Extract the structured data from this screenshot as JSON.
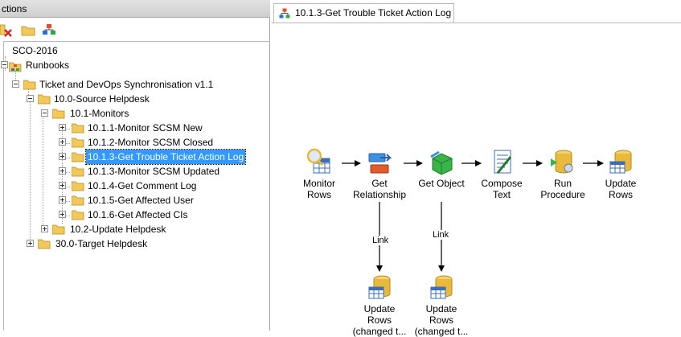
{
  "left_pane": {
    "header_title": "ctions",
    "toolbar": {
      "delete_icon": "delete-icon",
      "new_folder_icon": "folder-icon",
      "runbook_icon": "runbook-icon"
    },
    "tree": {
      "server": "SCO-2016",
      "runbooks": "Runbooks",
      "ticket_sync": "Ticket and DevOps Synchronisation v1.1",
      "source_helpdesk": "10.0-Source Helpdesk",
      "monitors": "10.1-Monitors",
      "items": [
        "10.1.1-Monitor SCSM New",
        "10.1.2-Monitor SCSM Closed",
        "10.1.3-Get Trouble Ticket Action Log",
        "10.1.3-Monitor SCSM Updated",
        "10.1.4-Get Comment Log",
        "10.1.5-Get Affected User",
        "10.1.6-Get Affected CIs"
      ],
      "update_helpdesk": "10.2-Update Helpdesk",
      "target_helpdesk": "30.0-Target Helpdesk"
    }
  },
  "tab": {
    "label": "10.1.3-Get Trouble Ticket Action Log"
  },
  "workflow": {
    "activities": {
      "monitor_rows": [
        "Monitor",
        "Rows"
      ],
      "get_relationship": [
        "Get",
        "Relationship"
      ],
      "get_object": [
        "Get Object"
      ],
      "compose_text": [
        "Compose",
        "Text"
      ],
      "run_procedure": [
        "Run",
        "Procedure"
      ],
      "update_rows": [
        "Update Rows"
      ],
      "update_rows_changed_1": [
        "Update Rows",
        "(changed t..."
      ],
      "update_rows_changed_2": [
        "Update Rows",
        "(changed t..."
      ]
    },
    "link_label_1": "Link",
    "link_label_2": "Link"
  },
  "colors": {
    "selection": "#3399ff",
    "folder": "#f2c85b",
    "db_gold": "#e8b93a",
    "grid_blue": "#3d6db5"
  }
}
